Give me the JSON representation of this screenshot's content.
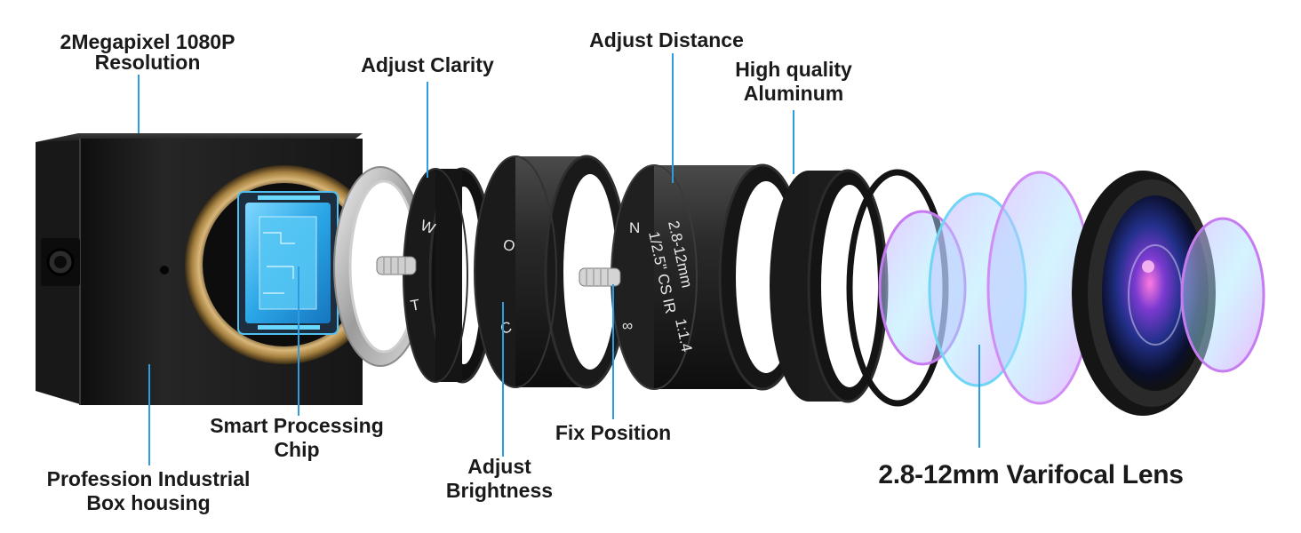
{
  "labels": {
    "resolution": [
      "2Megapixel 1080P",
      "Resolution"
    ],
    "clarity": "Adjust Clarity",
    "distance": "Adjust Distance",
    "aluminum": [
      "High quality",
      "Aluminum"
    ],
    "chip": [
      "Smart Processing",
      "Chip"
    ],
    "housing": [
      "Profession Industrial",
      "Box housing"
    ],
    "brightness": [
      "Adjust",
      "Brightness"
    ],
    "fix_position": "Fix Position",
    "lens": "2.8-12mm Varifocal Lens"
  },
  "ring_markings": {
    "clarity_ring_top": "W",
    "clarity_ring_bottom": "T",
    "brightness_ring_top": "O",
    "brightness_ring_bottom": "C",
    "barrel_line1": "2.8-12mm",
    "barrel_line2": "1/2.5\" CS IR",
    "barrel_line3": "1:1.4",
    "barrel_near": "N",
    "barrel_inf": "∞"
  },
  "colors": {
    "leader_line": "#2f9be0",
    "label_text": "#1a1a1a",
    "body": "#1c1c1c",
    "brass": "#b8955a",
    "chip_blue": "#3fb6ea",
    "filter_purple": "#c77bf0",
    "filter_cyan": "#6fd6f5"
  }
}
